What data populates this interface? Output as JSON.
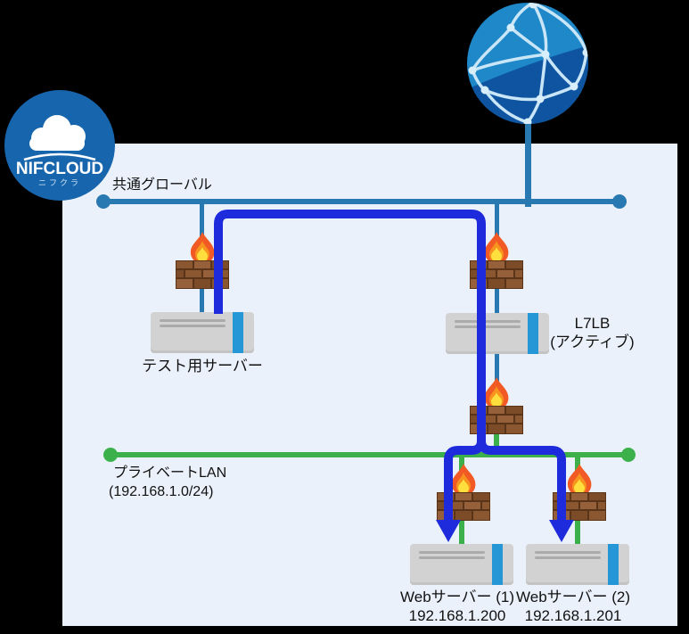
{
  "diagram": {
    "provider": {
      "brand": "NIFCLOUD",
      "subtitle": "ニフクラ"
    },
    "networks": {
      "global": {
        "label": "共通グローバル"
      },
      "private": {
        "label": "プライベートLAN",
        "cidr": "(192.168.1.0/24)"
      }
    },
    "nodes": {
      "internet": {
        "type": "internet-globe"
      },
      "test_server": {
        "label": "テスト用サーバー"
      },
      "l7lb": {
        "name": "L7LB",
        "status": "(アクティブ)"
      },
      "web_server_1": {
        "label": "Webサーバー (1)",
        "ip": "192.168.1.200"
      },
      "web_server_2": {
        "label": "Webサーバー (2)",
        "ip": "192.168.1.201"
      }
    },
    "colors": {
      "background": "#000000",
      "cloud_panel": "#ebf1fb",
      "global_line": "#2878b2",
      "lan_line": "#3cb14b",
      "traffic_arrow": "#1d2bdc",
      "server_body": "#d2d2d2",
      "server_stripe": "#2697d6",
      "logo_circle": "#1765ad",
      "globe_light": "#1e88c9",
      "globe_dark": "#0f54a0",
      "brick": "#8a5731",
      "brick_mortar": "#5a3418",
      "flame_outer": "#f15a24",
      "flame_mid": "#f7931e",
      "flame_inner": "#ffdf3e"
    }
  }
}
